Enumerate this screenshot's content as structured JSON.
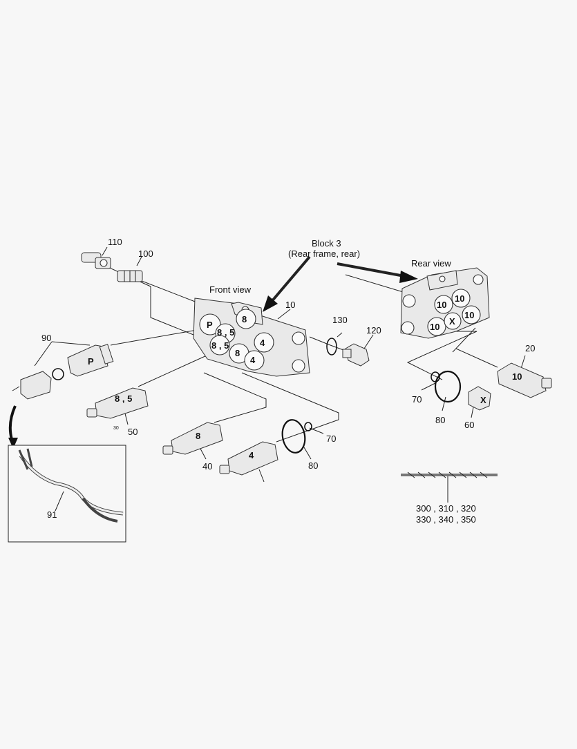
{
  "labels": {
    "block_title": "Block 3",
    "block_subtitle": "(Rear frame, rear)",
    "front_view": "Front view",
    "rear_view": "Rear view"
  },
  "part_numbers": {
    "p110": "110",
    "p100": "100",
    "p10": "10",
    "p130": "130",
    "p120": "120",
    "p90": "90",
    "p50": "50",
    "p30": "30",
    "p40": "40",
    "p70a": "70",
    "p80a": "80",
    "p91": "91",
    "p20": "20",
    "p70b": "70",
    "p80b": "80",
    "p60": "60",
    "p300_line1": "300 , 310 , 320",
    "p300_line2": "330 , 340 , 350"
  },
  "port_marks": {
    "p": "P",
    "m85a": "8 , 5",
    "m8a": "8",
    "m85b": "8 , 5",
    "m8b": "8",
    "m4a": "4",
    "m4b": "4",
    "r10a": "10",
    "r10b": "10",
    "r10c": "10",
    "r10d": "10",
    "rx": "X"
  },
  "part_marks": {
    "sensor_p": "P",
    "sensor_85": "8 , 5",
    "sensor_8": "8",
    "sensor_4": "4",
    "sensor_10": "10",
    "plug_x": "X"
  }
}
